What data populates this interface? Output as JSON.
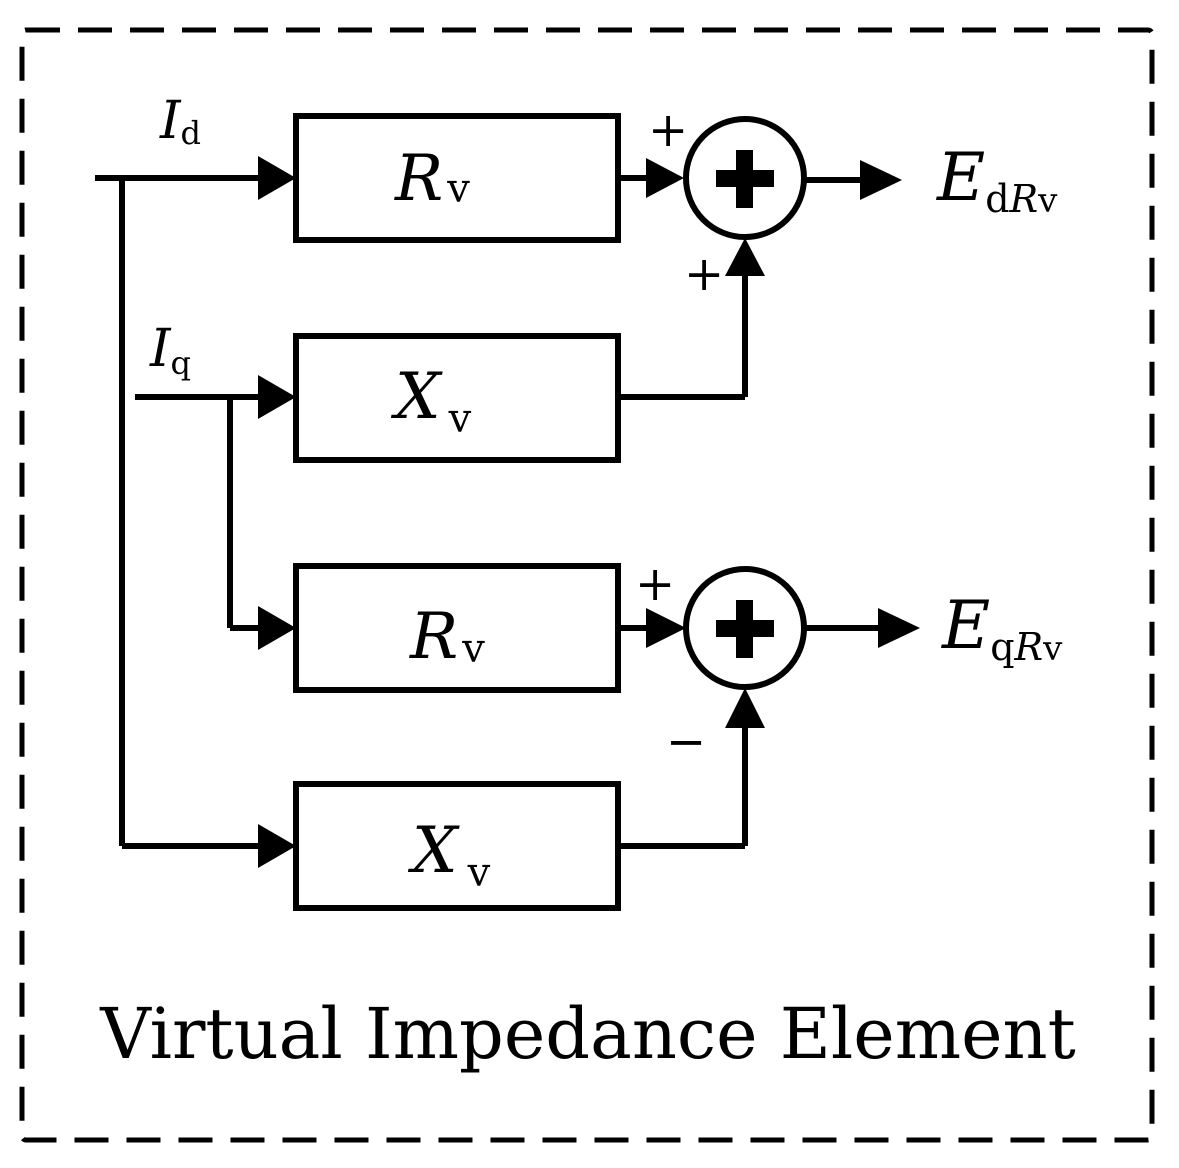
{
  "inputs": {
    "id": {
      "main": "I",
      "sub": "d"
    },
    "iq": {
      "main": "I",
      "sub": "q"
    }
  },
  "blocks": [
    {
      "main": "R",
      "sub": "v"
    },
    {
      "main": "X",
      "sub": "v"
    },
    {
      "main": "R",
      "sub": "v"
    },
    {
      "main": "X",
      "sub": "v"
    }
  ],
  "signs": {
    "top_left": "+",
    "top_bottom": "+",
    "bottom_left": "+",
    "bottom_bottom": "−"
  },
  "outputs": {
    "edrv": {
      "main": "E",
      "sub1": "d",
      "sub2": "R",
      "sub3": "v"
    },
    "eqrv": {
      "main": "E",
      "sub1": "q",
      "sub2": "R",
      "sub3": "v"
    }
  },
  "caption": "Virtual Impedance Element"
}
